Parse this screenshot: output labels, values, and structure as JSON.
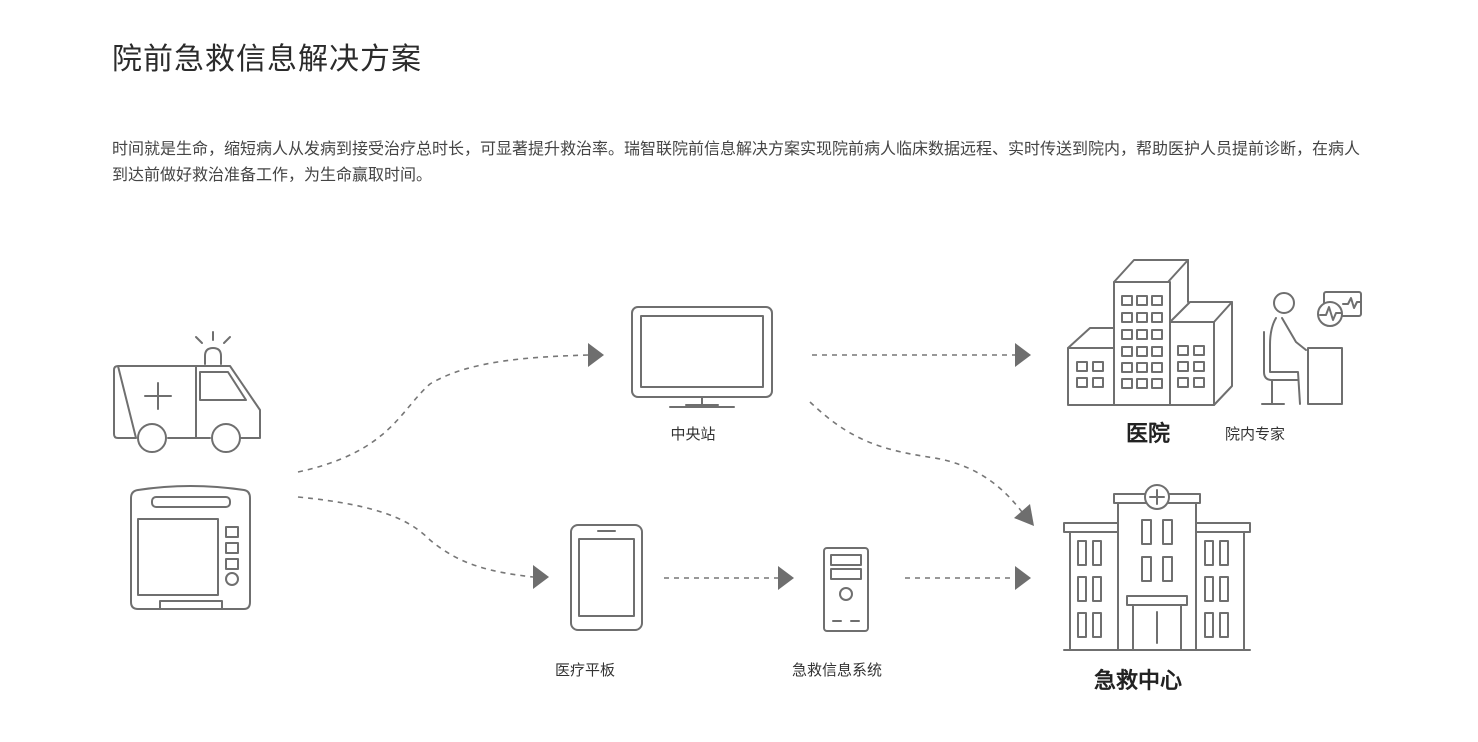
{
  "page": {
    "title": "院前急救信息解决方案",
    "description": "时间就是生命，缩短病人从发病到接受治疗总时长，可显著提升救治率。瑞智联院前信息解决方案实现院前病人临床数据远程、实时传送到院内，帮助医护人员提前诊断，在病人到达前做好救治准备工作，为生命赢取时间。"
  },
  "diagram": {
    "nodes": {
      "central_station": {
        "label": "中央站",
        "icon": "monitor-icon"
      },
      "hospital": {
        "label": "医院",
        "icon": "hospital-building-icon"
      },
      "remote_expert": {
        "label": "院内专家",
        "icon": "doctor-at-desk-icon"
      },
      "tablet": {
        "label": "医疗平板",
        "icon": "tablet-icon"
      },
      "emergency_system": {
        "label": "急救信息系统",
        "icon": "server-tower-icon"
      },
      "emergency_center": {
        "label": "急救中心",
        "icon": "emergency-center-icon"
      },
      "ambulance": {
        "icon": "ambulance-icon"
      },
      "patient_monitor": {
        "icon": "patient-monitor-icon"
      }
    },
    "colors": {
      "icon_stroke": "#6f6f6f",
      "arrow": "#6e6e6e",
      "text": "#333333"
    }
  }
}
